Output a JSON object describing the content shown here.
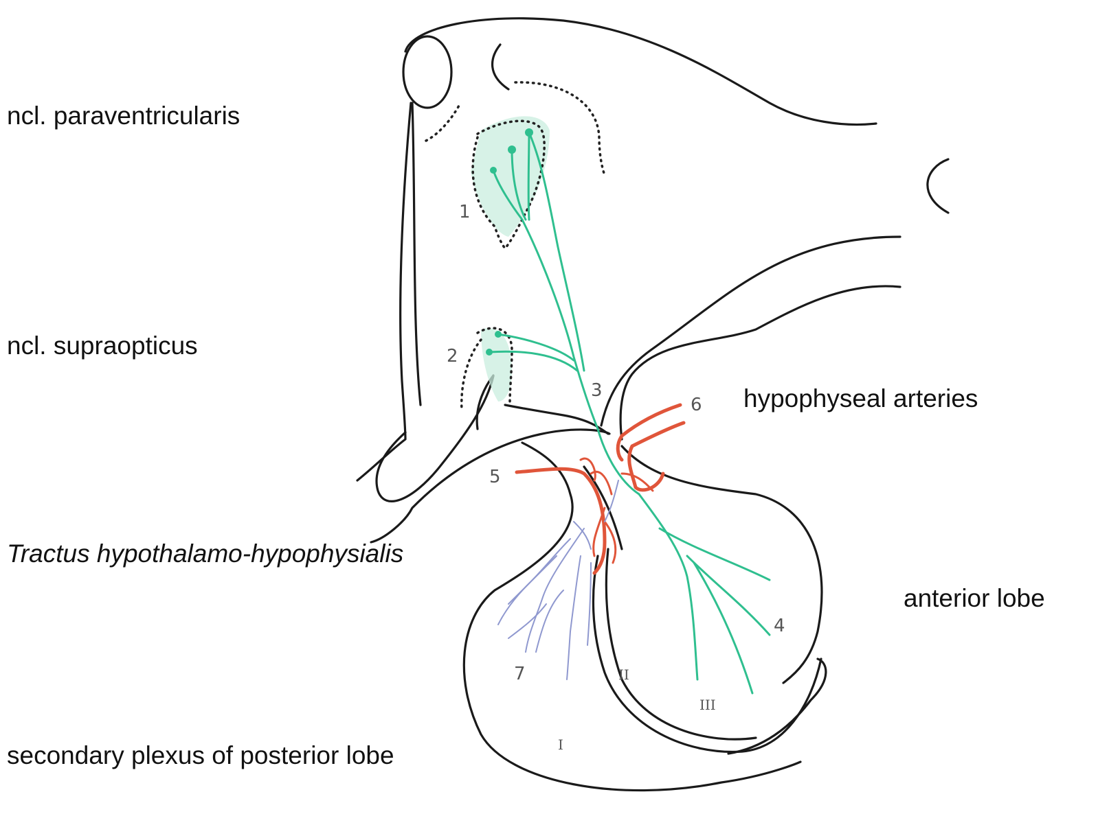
{
  "labels": {
    "paraventricularis": "ncl. paraventricularis",
    "supraopticus": "ncl. supraopticus",
    "tractus": "Tractus hypothalamo-hypophysialis",
    "secondary_plexus": "secondary plexus of posterior lobe",
    "hypophyseal_arteries": "hypophyseal arteries",
    "anterior_lobe": "anterior lobe"
  },
  "figure_numbers": {
    "n1": "1",
    "n2": "2",
    "n3": "3",
    "n4": "4",
    "n5": "5",
    "n6": "6",
    "n7": "7",
    "r1": "I",
    "r2": "II",
    "r3": "III"
  },
  "colors": {
    "outline": "#1a1a1a",
    "neurons": "#2fbf8f",
    "nucleus_fill": "#c9eedf",
    "arteries": "#e0553a",
    "plexus": "#8f98cf"
  }
}
